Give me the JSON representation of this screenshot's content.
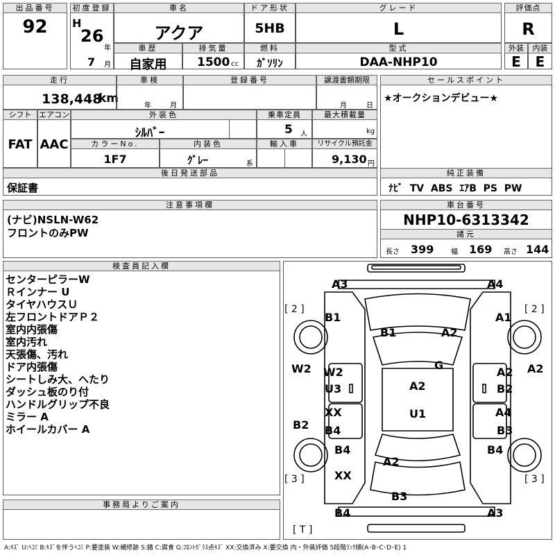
{
  "header": {
    "lot_label": "出品番号",
    "lot_value": "92",
    "reg_label": "初度登録",
    "era": "H",
    "reg_year": "26",
    "year_unit": "年",
    "reg_month": "7",
    "month_unit": "月",
    "name_label": "車名",
    "name_value": "アクア",
    "door_label": "ドア形状",
    "door_value": "5HB",
    "grade_label": "グレード",
    "grade_value": "L",
    "score_label": "評価点",
    "score_value": "R",
    "history_label": "車歴",
    "history_value": "自家用",
    "displacement_label": "排気量",
    "displacement_value": "1500",
    "displacement_unit": "cc",
    "fuel_label": "燃料",
    "fuel_value": "ｶﾞｿﾘﾝ",
    "model_label": "型式",
    "model_value": "DAA-NHP10",
    "exterior_label": "外装",
    "exterior_value": "E",
    "interior_label": "内装",
    "interior_value": "E"
  },
  "row2": {
    "mileage_label": "走行",
    "mileage_value": "138,448",
    "mileage_unit": "km",
    "inspection_label": "車検",
    "inspection_year": "年",
    "inspection_month": "月",
    "regno_label": "登録番号",
    "transfer_label": "譲渡書類期限",
    "transfer_month": "月",
    "transfer_day": "日",
    "sales_label": "セールスポイント",
    "sales_value": "★オークションデビュー★"
  },
  "row3": {
    "shift_label": "シフト",
    "shift_value": "FAT",
    "ac_label": "エアコン",
    "ac_value": "AAC",
    "color_label": "外装色",
    "color_value": "ｼﾙﾊﾞｰ",
    "capacity_label": "乗車定員",
    "capacity_value": "5",
    "capacity_unit": "人",
    "load_label": "最大積載量",
    "load_unit": "kg",
    "colorno_label": "カラーNo.",
    "colorno_value": "1F7",
    "intcolor_label": "内装色",
    "intcolor_value": "ｸﾞﾚｰ",
    "intcolor_unit": "系",
    "import_label": "輸入車",
    "recycle_label": "リサイクル預託金",
    "recycle_value": "9,130",
    "recycle_unit": "円"
  },
  "parts": {
    "label": "後日発送部品",
    "value": "保証書"
  },
  "equipment": {
    "label": "純正装備",
    "value": "ﾅﾋﾞ  TV  ABS  ｴｱB  PS  PW"
  },
  "caution": {
    "label": "注意事項欄",
    "lines": [
      "(ナビ)NSLN-W62",
      "フロントのみPW"
    ]
  },
  "chassis": {
    "label": "車台番号",
    "value": "NHP10-6313342",
    "spec_label": "諸元",
    "length_label": "長さ",
    "length_value": "399",
    "width_label": "幅",
    "width_value": "169",
    "height_label": "高さ",
    "height_value": "144"
  },
  "inspector": {
    "label": "検査員記入欄",
    "lines": [
      "センターピラーW",
      "Ｒインナー U",
      "タイヤハウスＵ",
      "左フロントドアＰ２",
      "室内内張傷",
      "室内汚れ",
      "天張傷、汚れ",
      "ドア内張傷",
      "シートしみ大、へたり",
      "ダッシュ板のり付",
      "ハンドルグリップ不良",
      "ミラー A",
      "ホイールカバー A"
    ]
  },
  "office": {
    "label": "事務局よりご案内"
  },
  "diagram": {
    "marks": [
      "A3",
      "A4",
      "B1",
      "A1",
      "B1",
      "A2",
      "W2",
      "W2",
      "U3",
      "G",
      "A2",
      "A2",
      "B2",
      "A2",
      "B2",
      "XX",
      "B4",
      "U1",
      "A4",
      "B3",
      "B4",
      "A2",
      "B4",
      "XX",
      "B3",
      "B4",
      "A3"
    ],
    "tire_labels": [
      "[ 2 ]",
      "[ 2 ]",
      "[ 3 ]",
      "[ 3 ]",
      "[ T ]"
    ]
  },
  "legend": "A:ｷｽﾞ U:ﾍｺﾐ B:ｷｽﾞを伴うﾍｺﾐ P:要塗装 W:補修跡 S:錆 C:腐食 G:ﾌﾛﾝﾄｶﾞﾗｽ点ｷｽﾞ XX:交換済み X:要交換  内・外装評価 5段階ﾗﾝｸ順(A･B･C･D･E) 1"
}
